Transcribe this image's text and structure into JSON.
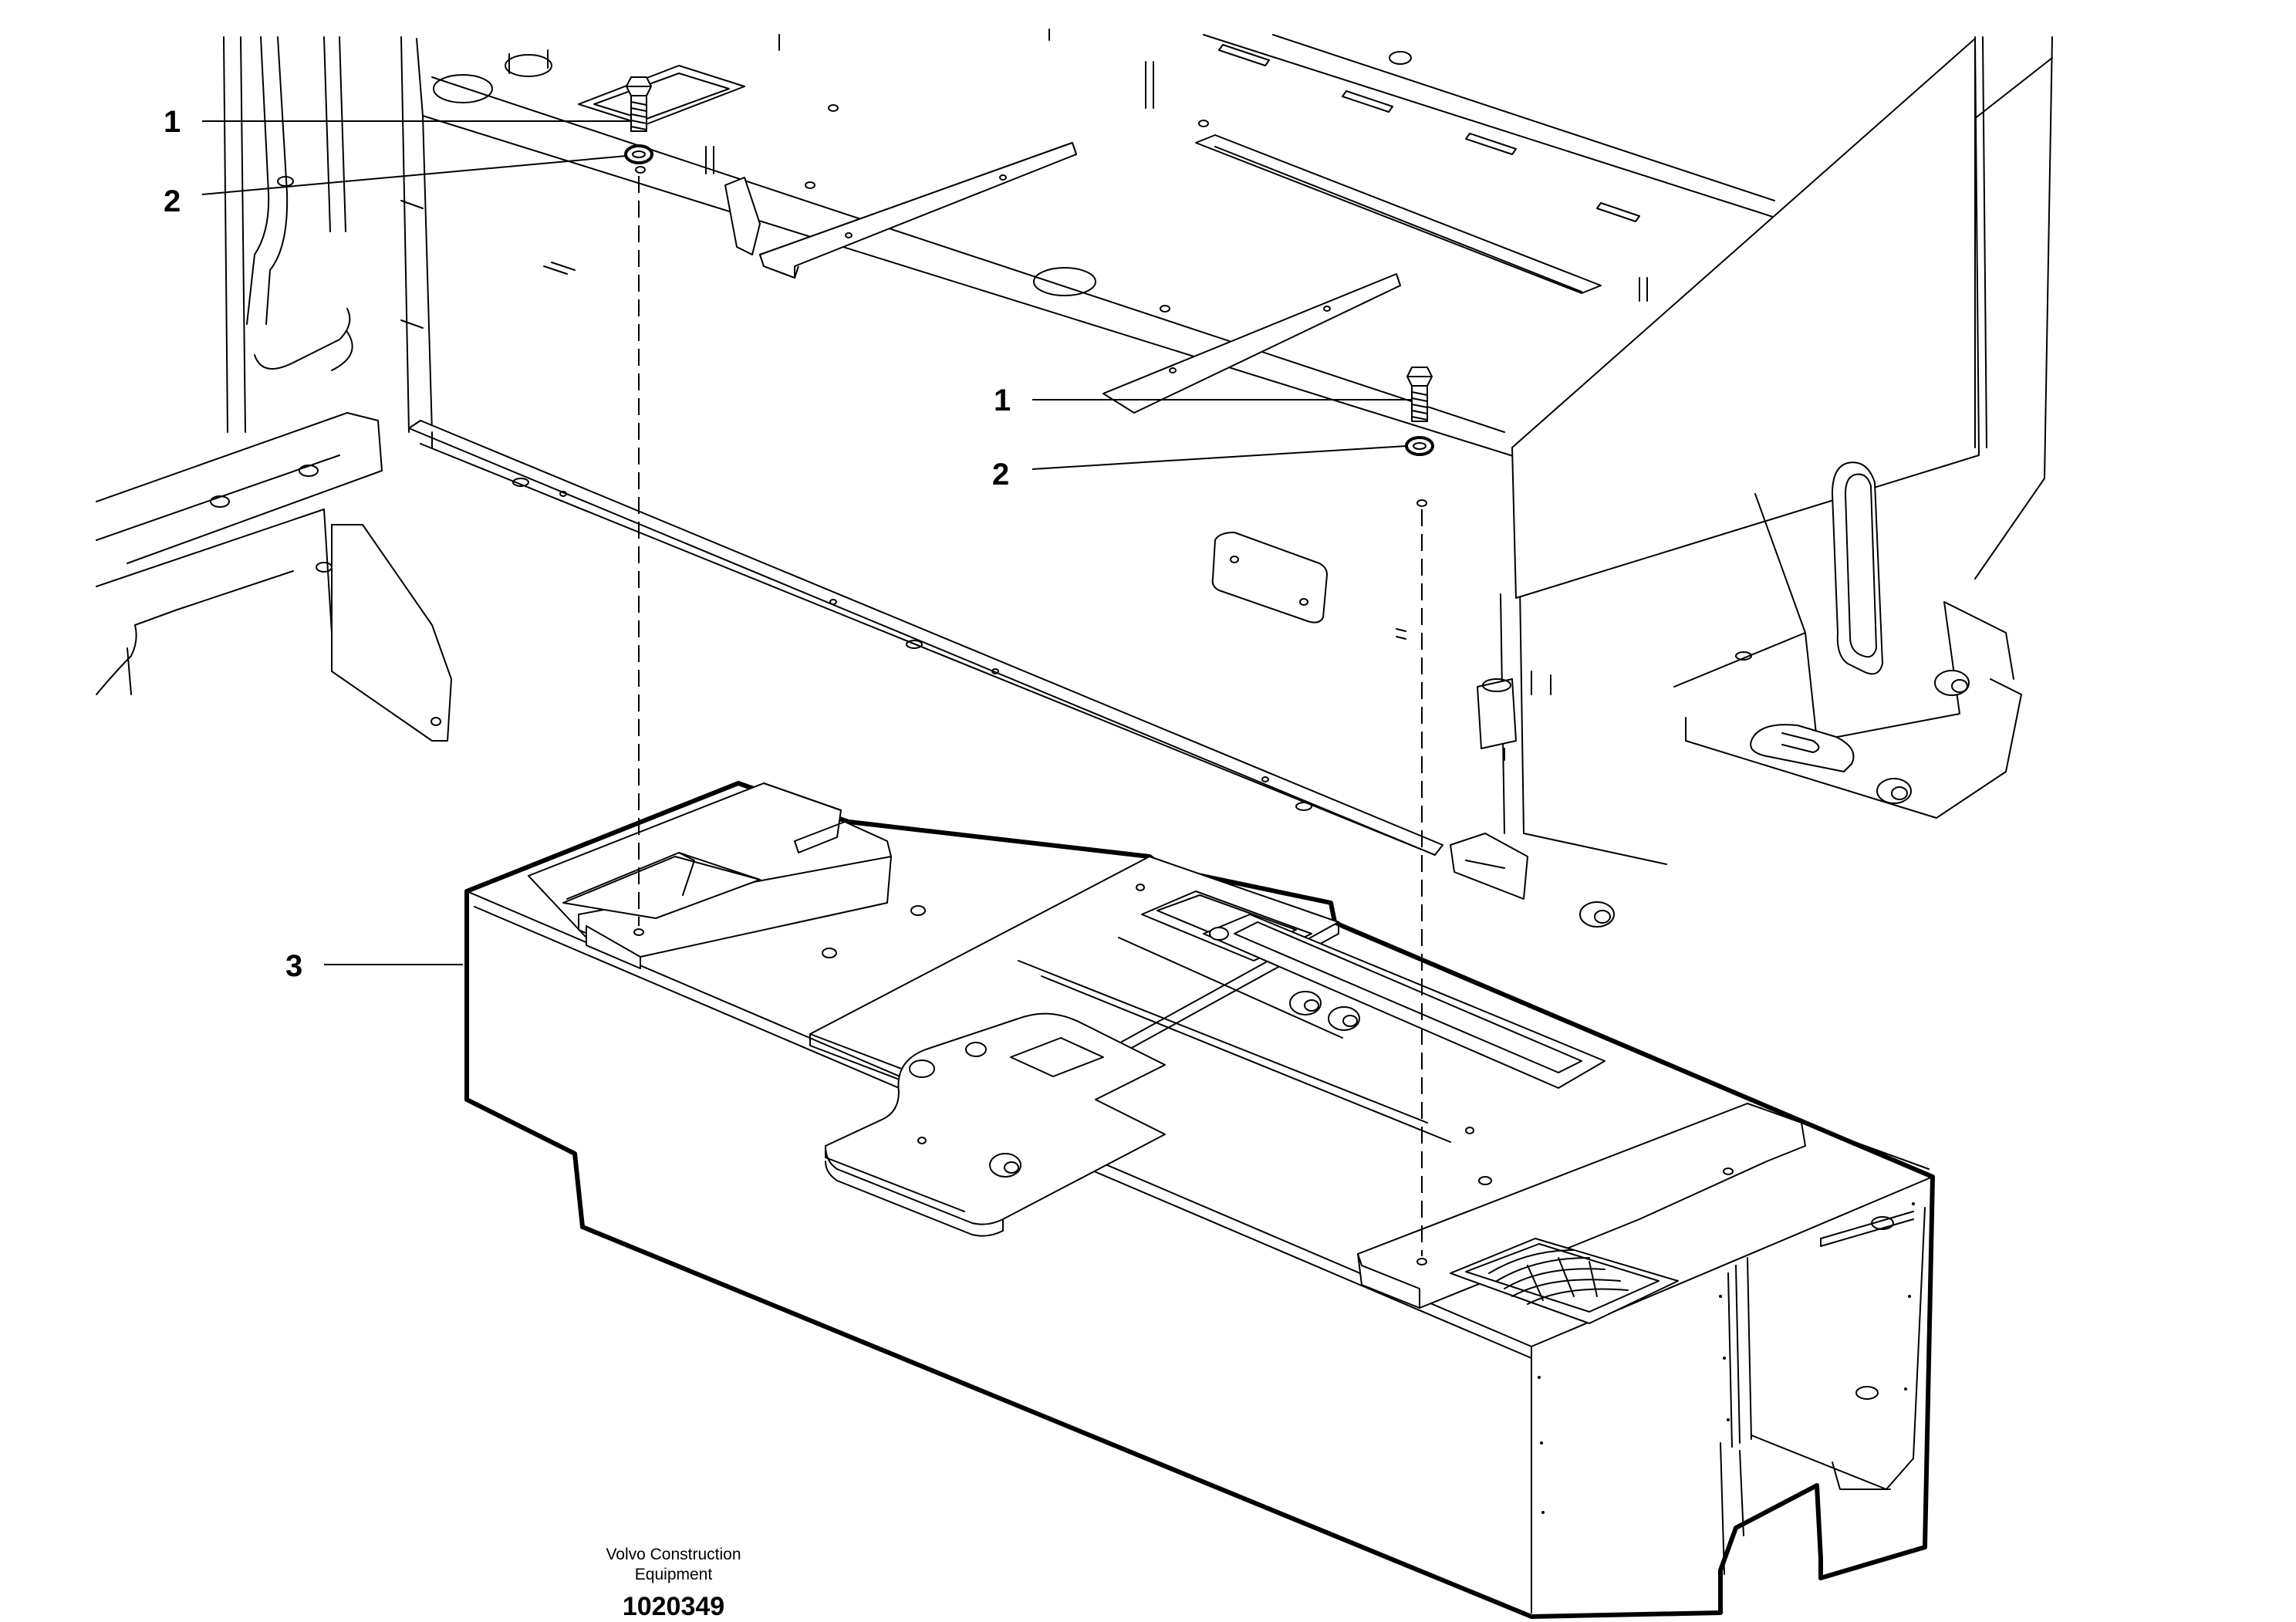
{
  "callouts": {
    "bolt_upper_left": "1",
    "washer_upper_left": "2",
    "bolt_center": "1",
    "washer_center": "2",
    "tank": "3"
  },
  "footer": {
    "company_line1": "Volvo Construction",
    "company_line2": "Equipment",
    "document_number": "1020349"
  }
}
